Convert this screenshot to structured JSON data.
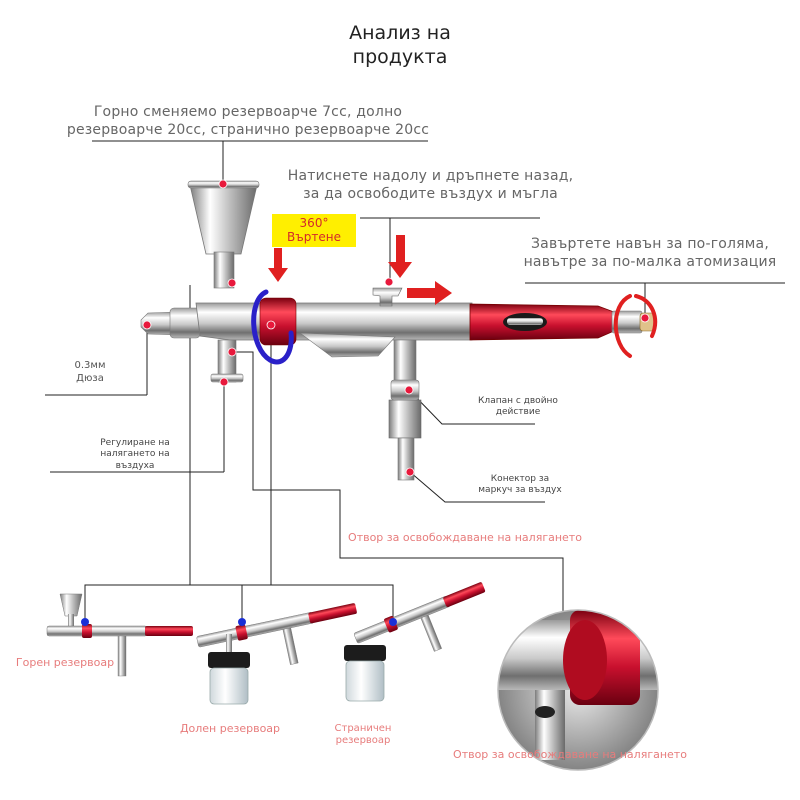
{
  "title_line1": "Анализ на",
  "title_line2": "продукта",
  "labels": {
    "top_cup_line1": "Горно сменяемо резервоарче 7cc, долно",
    "top_cup_line2": "резервоарче 20cc, странично резервоарче 20cc",
    "press_line1": "Натиснете надолу и дръпнете назад,",
    "press_line2": "за да освободите въздух и мъгла",
    "rotation_line1": "360°",
    "rotation_line2": "Въртене",
    "twist_line1": "Завъртете навън за по-голяма,",
    "twist_line2": "навътре за по-малка атомизация",
    "nozzle_line1": "0.3мм",
    "nozzle_line2": "Дюза",
    "dual_action_line1": "Клапан с двойно",
    "dual_action_line2": "действие",
    "air_adjust_line1": "Регулиране на",
    "air_adjust_line2": "налягането на",
    "air_adjust_line3": "въздуха",
    "hose_line1": "Конектор за",
    "hose_line2": "маркуч за въздух",
    "pressure_release_mid": "Отвор за освобождаване на налягането",
    "pressure_release_bottom": "Отвор за освобождаване на налягането"
  },
  "variants": [
    {
      "label_line1": "Горен резервоар",
      "label_line2": ""
    },
    {
      "label_line1": "Долен резервоар",
      "label_line2": ""
    },
    {
      "label_line1": "Страничен",
      "label_line2": "резервоар"
    }
  ],
  "colors": {
    "accent_red": "#e02020",
    "body_red": "#c8102e",
    "chrome_light": "#f2f2f2",
    "chrome_dark": "#8a8a8a",
    "leader_line": "#222222",
    "marker_dot": "#e8193c",
    "variant_dot": "#1a2fd6",
    "ring_blue": "#2a20c8",
    "highlight_yellow": "#ffef00",
    "pink_text": "#e77c7c"
  }
}
